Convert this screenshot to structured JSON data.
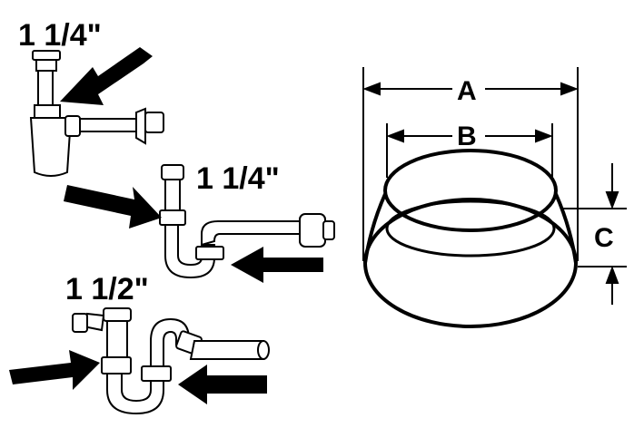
{
  "labels": {
    "size_bottle_trap": "1 1/4\"",
    "size_p_trap": "1 1/4\"",
    "size_sink_trap": "1 1/2\"",
    "dim_a": "A",
    "dim_b": "B",
    "dim_c": "C"
  },
  "colors": {
    "ink": "#000000",
    "paper": "#ffffff"
  }
}
